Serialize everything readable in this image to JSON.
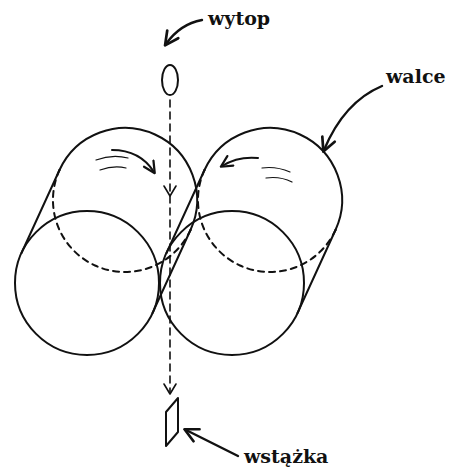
{
  "diagram": {
    "labels": [
      "wytop",
      "walce",
      "wstążka"
    ]
  }
}
